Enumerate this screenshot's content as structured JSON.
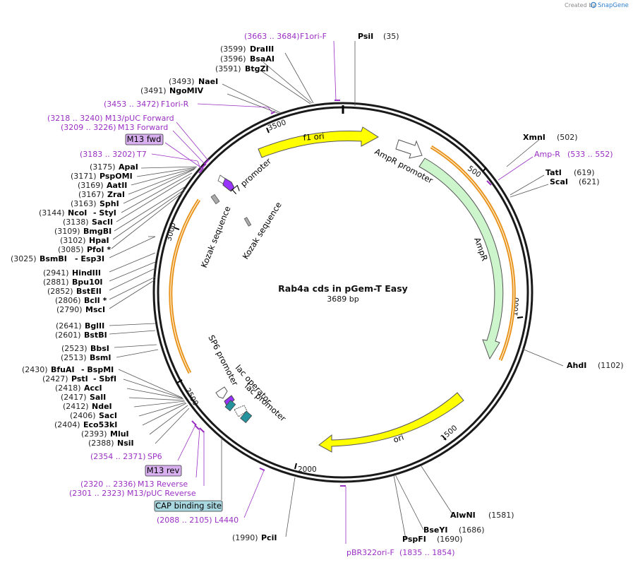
{
  "brand": {
    "created_by": "Created by",
    "app": "SnapGene"
  },
  "plasmid": {
    "name": "Rab4a cds in pGem-T Easy",
    "size": "3689 bp"
  },
  "ticks": [
    "500",
    "1000",
    "1500",
    "2000",
    "2500",
    "3000",
    "3500"
  ],
  "features": {
    "f1ori": "f1 ori",
    "ampr_promoter": "AmpR promoter",
    "ampr": "AmpR",
    "ori": "ori",
    "t7_promoter": "T7 promoter",
    "kozak1": "Kozak sequence",
    "kozak2": "Kozak sequence",
    "sp6_promoter": "SP6 promoter",
    "lac_operator": "lac operator",
    "lac_promoter": "lac promoter"
  },
  "boxes": {
    "m13fwd": "M13 fwd",
    "m13rev": "M13 rev",
    "cap": "CAP binding site"
  },
  "labels": {
    "psi": {
      "pos": "(35)",
      "name": "PsiI"
    },
    "f1ori_f": {
      "pos": "(3663 .. 3684)",
      "name": "F1ori-F"
    },
    "dra": {
      "pos": "(3599)",
      "name": "DraIII"
    },
    "bsaa": {
      "pos": "(3596)",
      "name": "BsaAI"
    },
    "btgz": {
      "pos": "(3591)",
      "name": "BtgZI"
    },
    "nae": {
      "pos": "(3493)",
      "name": "NaeI"
    },
    "ngo": {
      "pos": "(3491)",
      "name": "NgoMIV"
    },
    "f1ori_r": {
      "pos": "(3453 .. 3472)",
      "name": "F1ori-R"
    },
    "m13puc_f": {
      "pos": "(3218 .. 3240)",
      "name": "M13/pUC Forward"
    },
    "m13_f": {
      "pos": "(3209 .. 3226)",
      "name": "M13 Forward"
    },
    "t7": {
      "pos": "(3183 .. 3202)",
      "name": "T7"
    },
    "apa": {
      "pos": "(3175)",
      "name": "ApaI"
    },
    "pspom": {
      "pos": "(3171)",
      "name": "PspOMI"
    },
    "aat": {
      "pos": "(3169)",
      "name": "AatII"
    },
    "zra": {
      "pos": "(3167)",
      "name": "ZraI"
    },
    "sph": {
      "pos": "(3163)",
      "name": "SphI"
    },
    "nco": {
      "pos": "(3144)",
      "name": "NcoI",
      "extra": "- StyI"
    },
    "sac2": {
      "pos": "(3138)",
      "name": "SacII"
    },
    "bmgb": {
      "pos": "(3109)",
      "name": "BmgBI"
    },
    "hpa": {
      "pos": "(3102)",
      "name": "HpaI"
    },
    "pfo": {
      "pos": "(3085)",
      "name": "PfoI *"
    },
    "bsmb": {
      "pos": "(3025)",
      "name": "BsmBI",
      "extra": "- Esp3I"
    },
    "hind": {
      "pos": "(2941)",
      "name": "HindIII"
    },
    "bpu": {
      "pos": "(2881)",
      "name": "Bpu10I"
    },
    "bste": {
      "pos": "(2852)",
      "name": "BstEII"
    },
    "bcl": {
      "pos": "(2806)",
      "name": "BclI *"
    },
    "msc": {
      "pos": "(2790)",
      "name": "MscI"
    },
    "bgl": {
      "pos": "(2641)",
      "name": "BglII"
    },
    "bstb": {
      "pos": "(2601)",
      "name": "BstBI"
    },
    "bbs": {
      "pos": "(2523)",
      "name": "BbsI"
    },
    "bsm": {
      "pos": "(2513)",
      "name": "BsmI"
    },
    "bfu": {
      "pos": "(2430)",
      "name": "BfuAI",
      "extra": "- BspMI"
    },
    "pst": {
      "pos": "(2427)",
      "name": "PstI",
      "extra": "- SbfI"
    },
    "acc": {
      "pos": "(2418)",
      "name": "AccI"
    },
    "sal": {
      "pos": "(2417)",
      "name": "SalI"
    },
    "nde": {
      "pos": "(2412)",
      "name": "NdeI"
    },
    "sac1": {
      "pos": "(2406)",
      "name": "SacI"
    },
    "eco": {
      "pos": "(2404)",
      "name": "Eco53kI"
    },
    "mlu": {
      "pos": "(2393)",
      "name": "MluI"
    },
    "nsi": {
      "pos": "(2388)",
      "name": "NsiI"
    },
    "sp6": {
      "pos": "(2354 .. 2371)",
      "name": "SP6"
    },
    "m13_r": {
      "pos": "(2320 .. 2336)",
      "name": "M13 Reverse"
    },
    "m13puc_r": {
      "pos": "(2301 .. 2323)",
      "name": "M13/pUC Reverse"
    },
    "l4440": {
      "pos": "(2088 .. 2105)",
      "name": "L4440"
    },
    "pci": {
      "pos": "(1990)",
      "name": "PciI"
    },
    "pbr": {
      "pos": "(1835 .. 1854)",
      "name": "pBR322ori-F"
    },
    "pspf": {
      "pos": "(1690)",
      "name": "PspFI"
    },
    "bseyi": {
      "pos": "(1686)",
      "name": "BseYI"
    },
    "alwn": {
      "pos": "(1581)",
      "name": "AlwNI"
    },
    "ahd": {
      "pos": "(1102)",
      "name": "AhdI"
    },
    "sca": {
      "pos": "(621)",
      "name": "ScaI"
    },
    "tat": {
      "pos": "(619)",
      "name": "TatI"
    },
    "ampr_p": {
      "pos": "(533 .. 552)",
      "name": "Amp-R"
    },
    "xmn": {
      "pos": "(502)",
      "name": "XmnI"
    }
  }
}
